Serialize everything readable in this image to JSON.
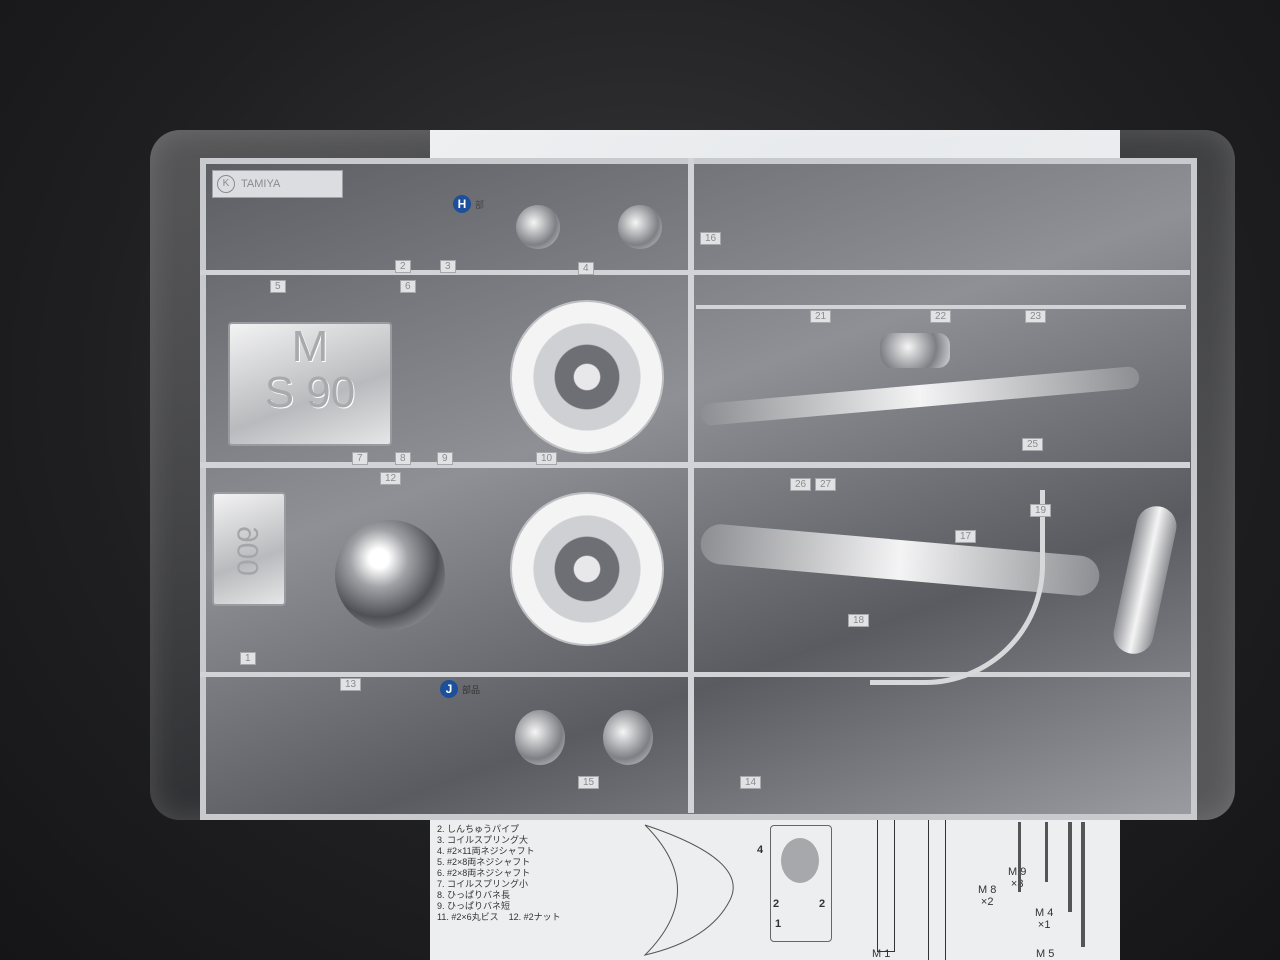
{
  "scene": {
    "description_text": {
      "brand_logo": "TAMIYA",
      "logo_letter": "K",
      "plate_front": {
        "line1": "M",
        "line2": "S 90"
      },
      "plate_rear": "900",
      "section_h": {
        "letter": "H",
        "label": "部"
      },
      "section_j": {
        "letter": "J",
        "label": "部品"
      },
      "part_numbers": [
        "1",
        "2",
        "3",
        "4",
        "5",
        "6",
        "7",
        "8",
        "9",
        "10",
        "12",
        "13",
        "14",
        "15",
        "16",
        "17",
        "18",
        "19",
        "21",
        "22",
        "23",
        "25",
        "26",
        "27"
      ]
    },
    "instructions": {
      "list": [
        "2. しんちゅうパイプ",
        "3. コイルスプリング大",
        "4. #2×11両ネジシャフト",
        "5. #2×8両ネジシャフト",
        "6. #2×8両ネジシャフト",
        "7. コイルスプリング小",
        "8. ひっぱりバネ長",
        "9. ひっぱりバネ短",
        "11. #2×6丸ビス",
        "12. #2ナット"
      ],
      "diagram_labels": [
        "4",
        "2",
        "2",
        "1"
      ],
      "screws": [
        {
          "name": "M 8",
          "qty": "×2"
        },
        {
          "name": "M 9",
          "qty": "×3"
        },
        {
          "name": "M 4",
          "qty": "×1"
        },
        {
          "name": "M 1",
          "qty": ""
        },
        {
          "name": "M 5",
          "qty": ""
        }
      ]
    }
  },
  "colors": {
    "background": "#1f1f21",
    "paper": "#eceef0",
    "chrome": "#c9cacd",
    "badge": "#1d4f9a"
  }
}
